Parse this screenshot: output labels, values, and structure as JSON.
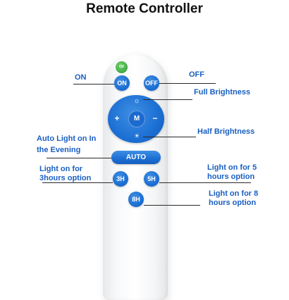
{
  "title": "Remote Controller",
  "remote": {
    "led_label": "O/I",
    "on_label": "ON",
    "off_label": "OFF",
    "center_label": "M",
    "plus_label": "+",
    "minus_label": "−",
    "auto_label": "AUTO",
    "btn_3h_label": "3H",
    "btn_5h_label": "5H",
    "btn_8h_label": "8H"
  },
  "callouts": {
    "on": "ON",
    "off": "OFF",
    "full_brightness": "Full Brightness",
    "half_brightness": "Half Brightness",
    "auto_line1": "Auto Light on In",
    "auto_line2": "the Evening",
    "h3_line1": "Light on for",
    "h3_line2": "3hours option",
    "h5_line1": "Light on for 5",
    "h5_line2": "hours option",
    "h8_line1": "Light on for 8",
    "h8_line2": "hours option"
  },
  "colors": {
    "button_blue": "#1c6fd3",
    "label_blue": "#1a5fc1",
    "led_green": "#2e9a35"
  }
}
